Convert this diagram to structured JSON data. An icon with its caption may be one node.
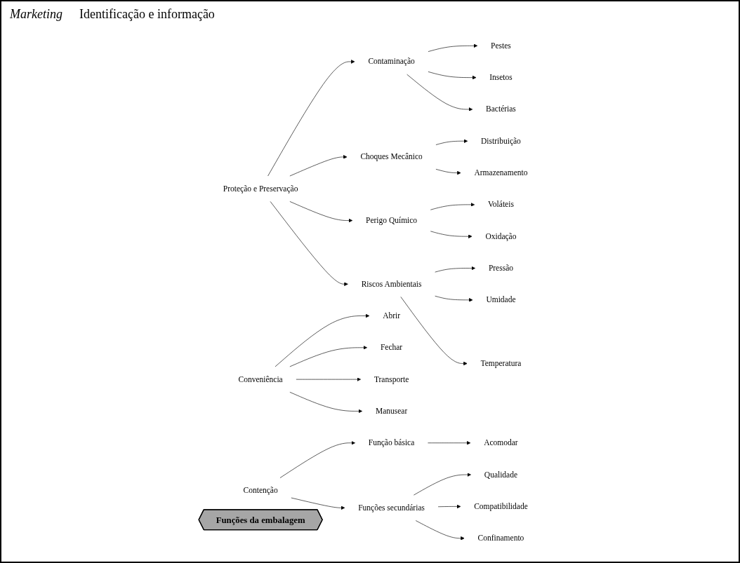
{
  "diagram": {
    "nodes": [
      {
        "text": [
          "Funções da embalagem"
        ]
      },
      {
        "text": [
          "Proteção e Preservação"
        ]
      },
      {
        "text": [
          "Contaminação"
        ]
      },
      {
        "text": [
          "Choques Mecânico"
        ]
      },
      {
        "text": [
          "Perigo Químico"
        ]
      },
      {
        "text": [
          "Riscos Ambientais"
        ]
      },
      {
        "text": [
          "Pestes"
        ]
      },
      {
        "text": [
          "Insetos"
        ]
      },
      {
        "text": [
          "Bactérias"
        ]
      },
      {
        "text": [
          "Distribuição"
        ]
      },
      {
        "text": [
          "Armazenamento"
        ]
      },
      {
        "text": [
          "Voláteis"
        ]
      },
      {
        "text": [
          "Oxidação"
        ]
      },
      {
        "text": [
          "Pressão"
        ]
      },
      {
        "text": [
          "Umidade"
        ]
      },
      {
        "text": [
          "Temperatura"
        ]
      },
      {
        "text": [
          "Conveniência"
        ]
      },
      {
        "text": [
          "Abrir"
        ]
      },
      {
        "text": [
          "Fechar"
        ]
      },
      {
        "text": [
          "Transporte"
        ]
      },
      {
        "text": [
          "Manusear"
        ]
      },
      {
        "text": [
          "Contenção"
        ]
      },
      {
        "text": [
          "Função básica"
        ]
      },
      {
        "text": [
          "Acomodar"
        ]
      },
      {
        "text": [
          "Funções secundárias"
        ]
      },
      {
        "text": [
          "Qualidade"
        ]
      },
      {
        "text": [
          "Compatibilidade"
        ]
      },
      {
        "text": [
          "Confinamento"
        ]
      }
    ],
    "edges": [
      {
        "from": 1,
        "to": 2,
        "arrow": "to"
      },
      {
        "from": 1,
        "to": 3,
        "arrow": "to"
      },
      {
        "from": 1,
        "to": 4,
        "arrow": "to"
      },
      {
        "from": 1,
        "to": 5,
        "arrow": "to"
      },
      {
        "from": 2,
        "to": 6,
        "arrow": "to"
      },
      {
        "from": 2,
        "to": 7,
        "arrow": "to"
      },
      {
        "from": 2,
        "to": 8,
        "arrow": "to"
      },
      {
        "from": 3,
        "to": 9,
        "arrow": "to"
      },
      {
        "from": 3,
        "to": 10,
        "arrow": "to"
      },
      {
        "from": 4,
        "to": 11,
        "arrow": "to"
      },
      {
        "from": 4,
        "to": 12,
        "arrow": "to"
      },
      {
        "from": 5,
        "to": 13,
        "arrow": "to"
      },
      {
        "from": 5,
        "to": 14,
        "arrow": "to"
      },
      {
        "from": 5,
        "to": 15,
        "arrow": "to"
      },
      {
        "from": 16,
        "to": 17,
        "arrow": "to"
      },
      {
        "from": 16,
        "to": 18,
        "arrow": "to"
      },
      {
        "from": 16,
        "to": 19,
        "arrow": "to"
      },
      {
        "from": 16,
        "to": 20,
        "arrow": "to"
      },
      {
        "from": 21,
        "to": 22,
        "arrow": "to"
      },
      {
        "from": 22,
        "to": 23,
        "arrow": "to"
      },
      {
        "from": 21,
        "to": 24,
        "arrow": "to"
      },
      {
        "from": 24,
        "to": 25,
        "arrow": "to"
      },
      {
        "from": 24,
        "to": 26,
        "arrow": "to"
      },
      {
        "from": 24,
        "to": 27,
        "arrow": "to"
      }
    ],
    "labels": [
      "Marketing",
      "Identificação e informação"
    ]
  }
}
